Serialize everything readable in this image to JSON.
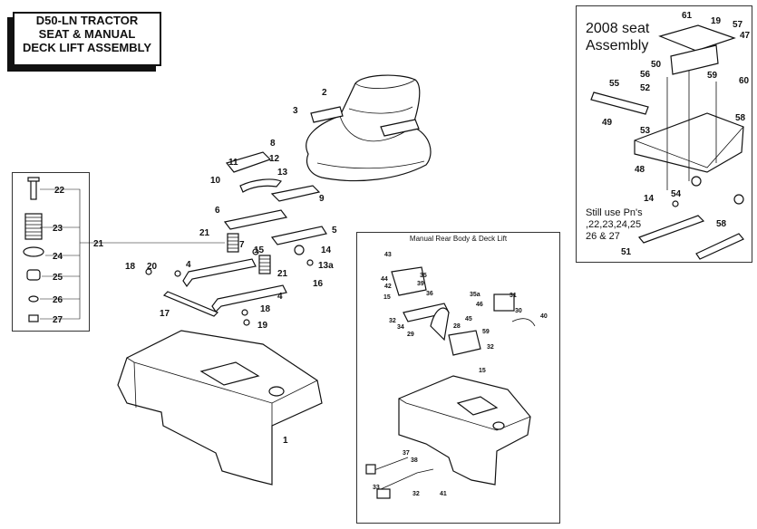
{
  "title": [
    "D50-LN TRACTOR",
    "SEAT & MANUAL",
    "DECK LIFT ASSEMBLY"
  ],
  "seat_2008": {
    "title": [
      "2008 seat",
      "Assembly"
    ],
    "note": [
      "Still use Pn's",
      ",22,23,24,25",
      "26 & 27"
    ],
    "labels": [
      "61",
      "19",
      "57",
      "47",
      "50",
      "56",
      "52",
      "55",
      "59",
      "60",
      "58",
      "49",
      "53",
      "48",
      "14",
      "54",
      "58",
      "51"
    ]
  },
  "rear_body": {
    "title": "Manual Rear Body & Deck Lift",
    "labels": [
      "43",
      "35",
      "44",
      "39",
      "42",
      "36",
      "35a",
      "15",
      "46",
      "31",
      "30",
      "32",
      "45",
      "40",
      "34",
      "28",
      "29",
      "59",
      "32",
      "15",
      "37",
      "38",
      "33",
      "32",
      "41"
    ]
  },
  "kit_21": {
    "labels": [
      "22",
      "23",
      "24",
      "25",
      "26",
      "27"
    ],
    "kit_label": "21"
  },
  "main_labels": [
    "2",
    "3",
    "8",
    "11",
    "12",
    "13",
    "10",
    "9",
    "6",
    "5",
    "21",
    "7",
    "15",
    "14",
    "13a",
    "16",
    "4",
    "18",
    "20",
    "21",
    "4",
    "17",
    "18",
    "19",
    "1"
  ]
}
